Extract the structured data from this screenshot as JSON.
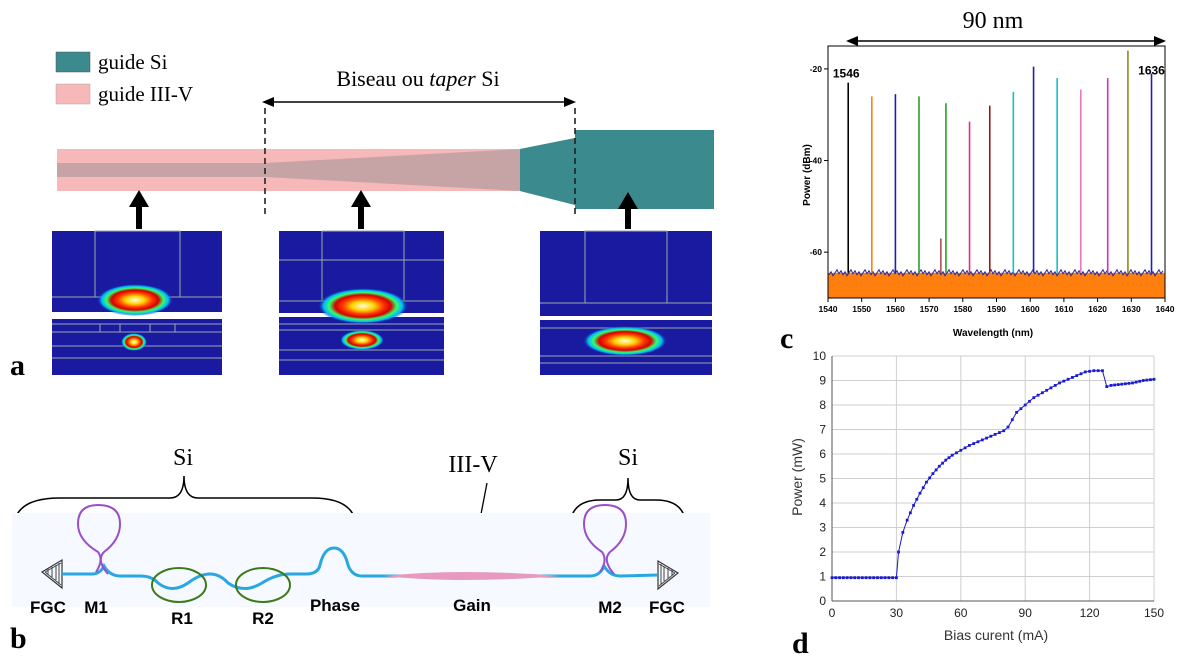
{
  "panel_a": {
    "letter": "a",
    "legend": [
      {
        "label": "guide Si",
        "color": "#3b8a8e"
      },
      {
        "label": "guide III-V",
        "color": "#f6b8b8"
      }
    ],
    "taper_label_prefix": "Biseau ou ",
    "taper_label_italic": "taper",
    "taper_label_suffix": " Si",
    "colors": {
      "si": "#3b8a8e",
      "iiiv": "#f6b8b8",
      "overlap": "#c6a4a6",
      "mode_bg": "#1a1aa0"
    }
  },
  "panel_b": {
    "letter": "b",
    "label_si_left": "Si",
    "label_iiiv": "III-V",
    "label_si_right": "Si",
    "components": [
      "FGC",
      "M1",
      "R1",
      "R2",
      "Phase",
      "Gain",
      "M2",
      "FGC"
    ],
    "colors": {
      "waveguide": "#29a7e0",
      "mirror": "#9a4fc9",
      "ring": "#3d7a1a",
      "gain": "#e79ac0"
    }
  },
  "panel_c": {
    "letter": "c",
    "top_label": "90 nm",
    "chart_data": {
      "type": "line",
      "xlabel": "Wavelength (nm)",
      "ylabel": "Power (dBm)",
      "xlim": [
        1540,
        1640
      ],
      "ylim": [
        -70,
        -15
      ],
      "xticks": [
        1540,
        1550,
        1560,
        1570,
        1580,
        1590,
        1600,
        1610,
        1620,
        1630,
        1640
      ],
      "yticks": [
        -20,
        -40,
        -60
      ],
      "noise_floor": -64.5,
      "annotations": [
        {
          "text": "1546",
          "x": 1546
        },
        {
          "text": "1636",
          "x": 1636
        }
      ],
      "series": [
        {
          "x": 1546,
          "y": -23,
          "color": "#000000"
        },
        {
          "x": 1553,
          "y": -26,
          "color": "#ff7f0e"
        },
        {
          "x": 1560,
          "y": -25.5,
          "color": "#1f1fb4"
        },
        {
          "x": 1567,
          "y": -26,
          "color": "#2ca02c"
        },
        {
          "x": 1575,
          "y": -27.5,
          "color": "#2ca02c"
        },
        {
          "x": 1582,
          "y": -31.5,
          "color": "#e7298a"
        },
        {
          "x": 1588,
          "y": -28,
          "color": "#8b1a1a"
        },
        {
          "x": 1595,
          "y": -25,
          "color": "#17becf"
        },
        {
          "x": 1601,
          "y": -19.5,
          "color": "#1f1fb4"
        },
        {
          "x": 1608,
          "y": -22,
          "color": "#17becf"
        },
        {
          "x": 1615,
          "y": -24.5,
          "color": "#e377c2"
        },
        {
          "x": 1623,
          "y": -22,
          "color": "#d62dc2"
        },
        {
          "x": 1629,
          "y": -16,
          "color": "#8c8c1a"
        },
        {
          "x": 1636,
          "y": -21,
          "color": "#1f1fb4"
        }
      ]
    }
  },
  "panel_d": {
    "letter": "d",
    "chart_data": {
      "type": "line",
      "xlabel": "Bias curent (mA)",
      "ylabel": "Power (mW)",
      "xlim": [
        0,
        150
      ],
      "ylim": [
        0,
        10
      ],
      "xticks": [
        0,
        30,
        60,
        90,
        120,
        150
      ],
      "yticks": [
        0,
        1,
        2,
        3,
        4,
        5,
        6,
        7,
        8,
        9,
        10
      ],
      "grid": true,
      "series": [
        {
          "name": "",
          "color": "#1a1ad4",
          "x": [
            0,
            30,
            31,
            33,
            35,
            38,
            41,
            44,
            47,
            50,
            53,
            56,
            60,
            64,
            68,
            72,
            76,
            80,
            82,
            84,
            86,
            88,
            90,
            94,
            98,
            102,
            106,
            110,
            114,
            118,
            122,
            126,
            128,
            130,
            135,
            140,
            145,
            150
          ],
          "y": [
            0.95,
            0.95,
            2.0,
            2.8,
            3.3,
            3.9,
            4.4,
            4.85,
            5.2,
            5.5,
            5.75,
            5.95,
            6.15,
            6.35,
            6.5,
            6.65,
            6.8,
            6.95,
            7.1,
            7.4,
            7.7,
            7.85,
            8.0,
            8.3,
            8.5,
            8.7,
            8.9,
            9.05,
            9.2,
            9.35,
            9.4,
            9.4,
            8.75,
            8.8,
            8.85,
            8.9,
            9.0,
            9.05
          ]
        }
      ]
    }
  }
}
